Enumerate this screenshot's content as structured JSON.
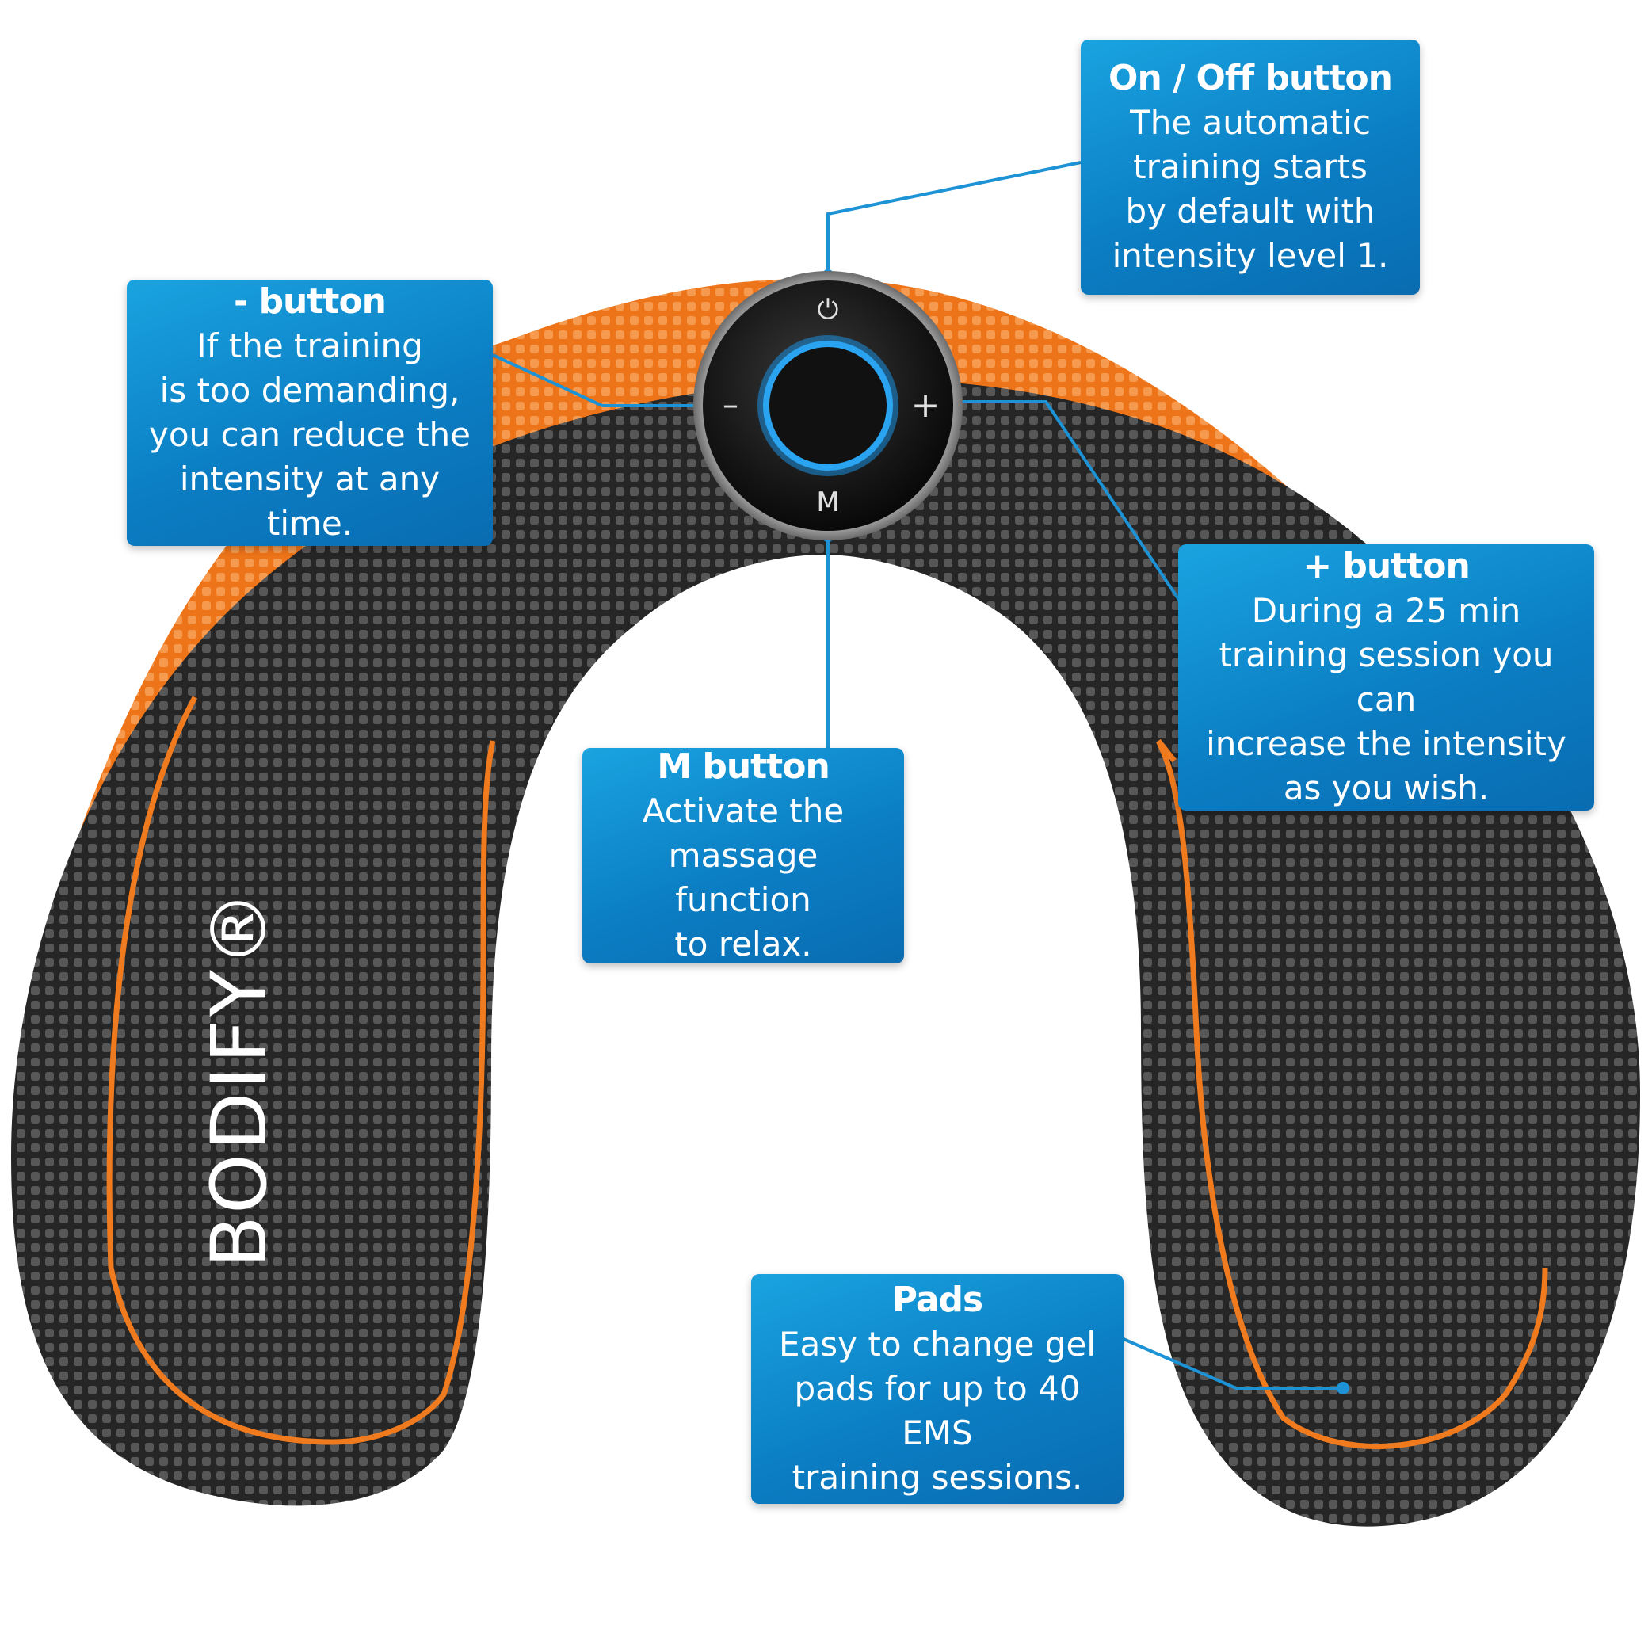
{
  "brand": {
    "logo_text": "BODIFY®"
  },
  "device": {
    "power_symbol": "⏻",
    "minus_symbol": "–",
    "plus_symbol": "+",
    "mode_symbol": "M"
  },
  "callouts": {
    "onoff": {
      "title": "On / Off button",
      "description": "The automatic\ntraining starts\nby default with\nintensity level 1."
    },
    "minus": {
      "title": "- button",
      "description": "If the training\nis too demanding,\nyou can reduce the\nintensity at any time."
    },
    "plus": {
      "title": "+ button",
      "description": "During a 25 min\ntraining session you can\nincrease the intensity\nas you wish."
    },
    "m": {
      "title": "M button",
      "description": "Activate the\nmassage function\nto relax."
    },
    "pads": {
      "title": "Pads",
      "description": "Easy to change gel\npads for up to 40 EMS\ntraining sessions."
    }
  },
  "colors": {
    "pad_dark": "#2b2b2b",
    "pad_orange": "#f07a1e",
    "callout_blue": "#0b7ec4",
    "ring_blue": "#1a8fe0",
    "leader_line": "#1d93d6"
  }
}
